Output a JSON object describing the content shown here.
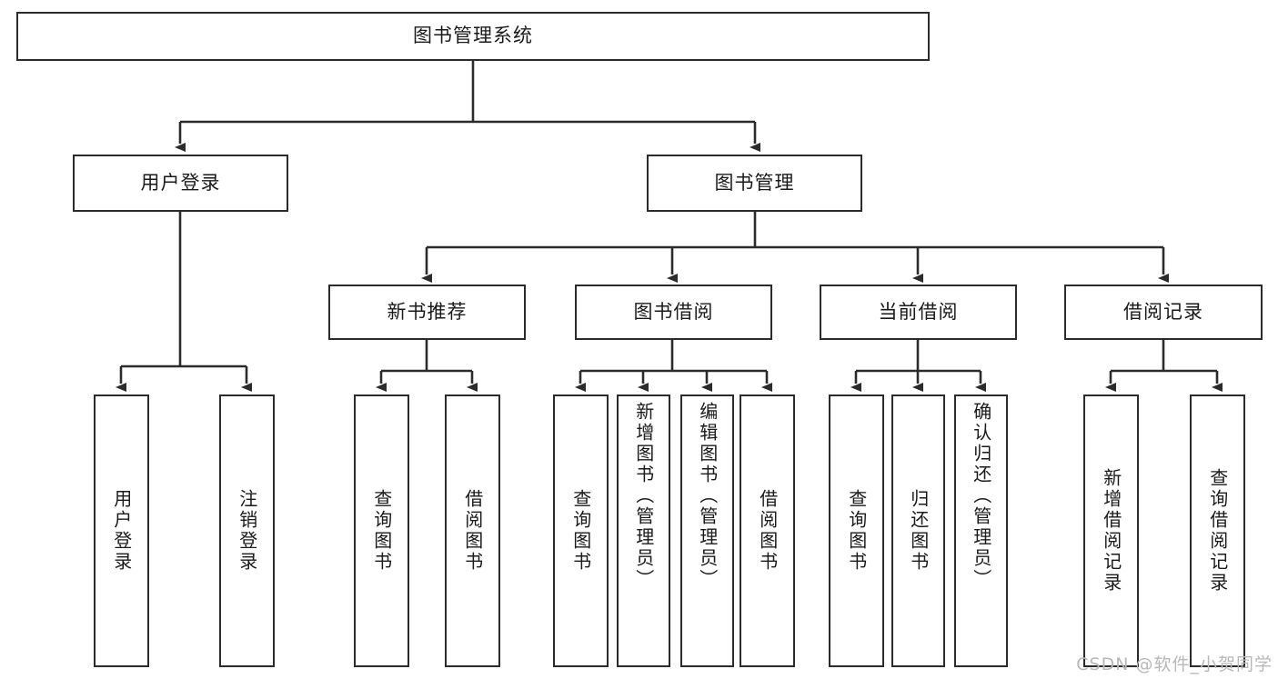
{
  "diagram": {
    "title": "图书管理系统",
    "type": "tree-hierarchy",
    "watermark": "CSDN @软件_小贺同学",
    "colors": {
      "border": "#2b2b2b",
      "background": "#ffffff",
      "text": "#1a1a1a",
      "edge": "#2b2b2b",
      "watermark": "#b8b8b8"
    }
  },
  "nodes": {
    "root": {
      "label": "图书管理系统"
    },
    "level2": [
      {
        "id": "user-login",
        "label": "用户登录"
      },
      {
        "id": "book-manage",
        "label": "图书管理"
      }
    ],
    "level3": [
      {
        "id": "new-book-recommend",
        "label": "新书推荐"
      },
      {
        "id": "book-borrow",
        "label": "图书借阅"
      },
      {
        "id": "current-borrow",
        "label": "当前借阅"
      },
      {
        "id": "borrow-record",
        "label": "借阅记录"
      }
    ],
    "leaves": {
      "user-login": [
        {
          "id": "leaf-user-login",
          "label": "用户登录"
        },
        {
          "id": "leaf-logout-login",
          "label": "注销登录"
        }
      ],
      "new-book-recommend": [
        {
          "id": "leaf-query-book-1",
          "label": "查询图书"
        },
        {
          "id": "leaf-borrow-book-1",
          "label": "借阅图书"
        }
      ],
      "book-borrow": [
        {
          "id": "leaf-query-book-2",
          "label": "查询图书"
        },
        {
          "id": "leaf-add-book",
          "label": "新增图书（管理员）"
        },
        {
          "id": "leaf-edit-book",
          "label": "编辑图书（管理员）"
        },
        {
          "id": "leaf-borrow-book-2",
          "label": "借阅图书"
        }
      ],
      "current-borrow": [
        {
          "id": "leaf-query-book-3",
          "label": "查询图书"
        },
        {
          "id": "leaf-return-book",
          "label": "归还图书"
        },
        {
          "id": "leaf-confirm-return",
          "label": "确认归还（管理员）"
        }
      ],
      "borrow-record": [
        {
          "id": "leaf-add-record",
          "label": "新增借阅记录"
        },
        {
          "id": "leaf-query-record",
          "label": "查询借阅记录"
        }
      ]
    }
  }
}
